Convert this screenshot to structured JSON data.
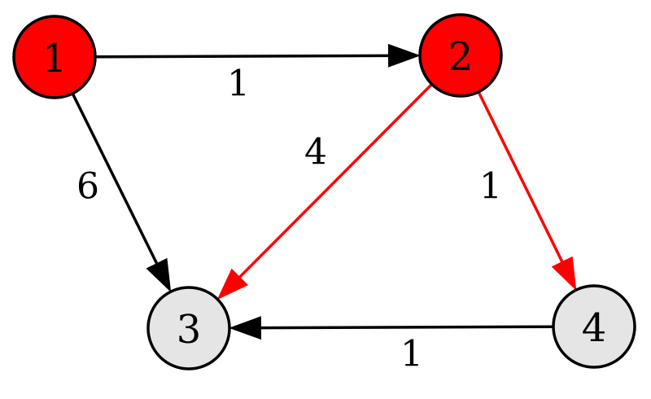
{
  "graph": {
    "nodes": [
      {
        "id": "1",
        "label": "1",
        "visited": true
      },
      {
        "id": "2",
        "label": "2",
        "visited": true
      },
      {
        "id": "3",
        "label": "3",
        "visited": false
      },
      {
        "id": "4",
        "label": "4",
        "visited": false
      }
    ],
    "edges": [
      {
        "from": "1",
        "to": "2",
        "weight": "1",
        "highlighted": false
      },
      {
        "from": "1",
        "to": "3",
        "weight": "6",
        "highlighted": false
      },
      {
        "from": "2",
        "to": "3",
        "weight": "4",
        "highlighted": true
      },
      {
        "from": "2",
        "to": "4",
        "weight": "1",
        "highlighted": true
      },
      {
        "from": "4",
        "to": "3",
        "weight": "1",
        "highlighted": false
      }
    ]
  },
  "colors": {
    "visited_fill": "#ff0000",
    "unvisited_fill": "#e5e5e5",
    "node_stroke": "#000000",
    "edge_default": "#000000",
    "edge_highlight": "#ff0000",
    "text": "#000000"
  }
}
